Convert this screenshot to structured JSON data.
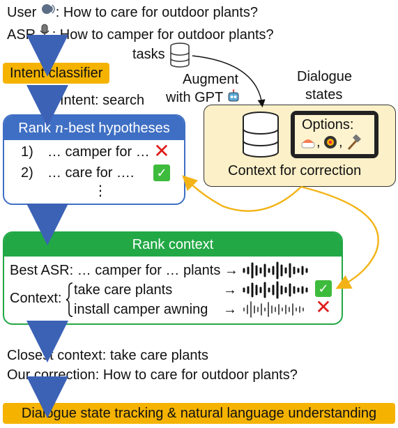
{
  "header": {
    "user_label": "User",
    "user_text": ": How to care for outdoor plants?",
    "asr_label": "ASR",
    "asr_text": ": How to camper for outdoor plants?"
  },
  "tasks_label": "tasks",
  "augment_text_1": "Augment",
  "augment_text_2": "with GPT",
  "dialogue_states_1": "Dialogue",
  "dialogue_states_2": "states",
  "intent_classifier": "Intent classifier",
  "intent_result": "Intent: search",
  "rank_nbest": {
    "title_pre": "Rank ",
    "title_n": "n",
    "title_post": "-best hypotheses",
    "items": [
      {
        "num": "1)",
        "text": "… camper for …",
        "mark": "✕"
      },
      {
        "num": "2)",
        "text": "… care for ….",
        "mark": "✓"
      }
    ],
    "more": "⋮"
  },
  "context_box": {
    "options_label": "Options:",
    "caption": "Context for correction"
  },
  "rank_context": {
    "title": "Rank context",
    "best_asr": "Best ASR: … camper for … plants →",
    "context_label": "Context:",
    "rows": [
      {
        "text": "take care plants",
        "arrow": "→",
        "mark": "✓"
      },
      {
        "text": "install camper awning",
        "arrow": "→",
        "mark": "✕"
      }
    ]
  },
  "closest_context": "Closest context: take care plants",
  "our_correction": "Our correction: How to care for outdoor plants?",
  "final_bar": "Dialogue state tracking & natural language understanding",
  "colors": {
    "orange": "#f5b300",
    "blue": "#3f6fc4",
    "green": "#22a845",
    "yellow_bg": "#fcf0c8",
    "arrow_blue": "#3c62b6",
    "curve_orange": "#f3b316"
  }
}
